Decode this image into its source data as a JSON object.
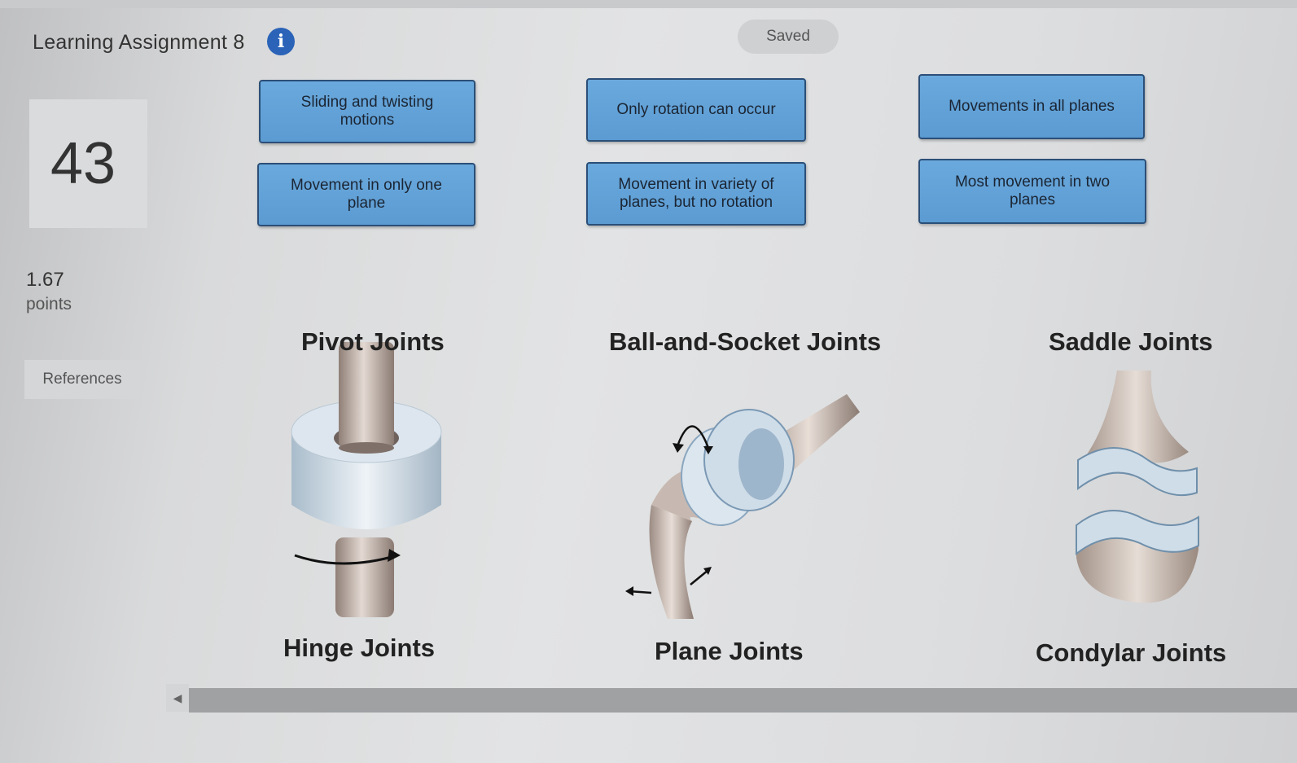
{
  "header": {
    "assignment_title": "Learning Assignment 8",
    "info_icon": "info-icon",
    "status": "Saved"
  },
  "question": {
    "number": "43",
    "points_value": "1.67",
    "points_label": "points",
    "references_label": "References"
  },
  "answer_cards": [
    {
      "label": "Sliding and twisting motions"
    },
    {
      "label": "Only rotation can occur"
    },
    {
      "label": "Movements in all planes"
    },
    {
      "label": "Movement in only one plane"
    },
    {
      "label": "Movement in variety of planes, but no rotation"
    },
    {
      "label": "Most movement in two planes"
    }
  ],
  "joint_labels": {
    "pivot": "Pivot Joints",
    "ball_socket": "Ball-and-Socket Joints",
    "saddle": "Saddle Joints",
    "hinge": "Hinge Joints",
    "plane": "Plane Joints",
    "condylar": "Condylar Joints"
  },
  "colors": {
    "card_fill": "#5b9bd2",
    "card_border": "#2b4f78",
    "info_icon": "#2a63b8"
  }
}
